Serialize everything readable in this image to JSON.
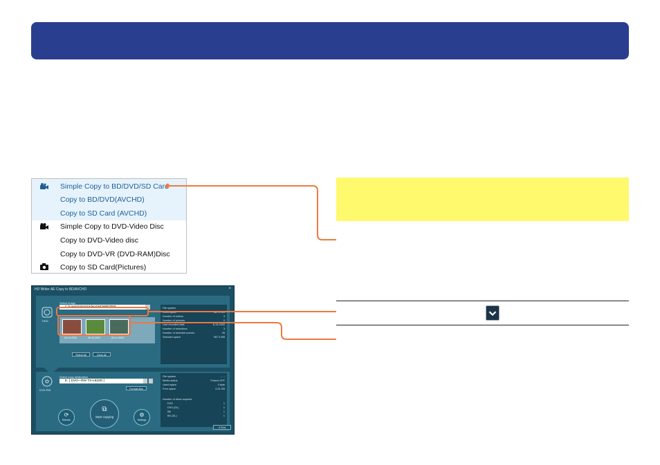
{
  "colors": {
    "banner": "#2a3e8f",
    "accent_orange": "#f07840",
    "highlight_yellow": "#fef96d",
    "menu_highlight": "#e6f3fc"
  },
  "menu": {
    "items": [
      {
        "label": "Simple Copy to BD/DVD/SD Card",
        "icon": "video-camera-icon"
      },
      {
        "label": "Copy to BD/DVD(AVCHD)"
      },
      {
        "label": "Copy to SD Card (AVCHD)"
      },
      {
        "label": "Simple Copy to DVD-Video Disc",
        "icon": "film-camera-icon"
      },
      {
        "label": "Copy to DVD-Video disc"
      },
      {
        "label": "Copy to DVD-VR (DVD-RAM)Disc"
      },
      {
        "label": "Copy to SD Card(Pictures)",
        "icon": "camera-icon"
      }
    ]
  },
  "app": {
    "title": "HD Writer AE   Copy to BD/AVCHD",
    "close": "×",
    "source": {
      "label": "Select image",
      "path": "C:\\Users\\Vista\\Videos\\HDWRITER",
      "drive_label": "HDD",
      "thumbnails": [
        {
          "date": "06-13-2009"
        },
        {
          "date": "06-13-2009"
        },
        {
          "date": "06-14-2009"
        }
      ],
      "info": [
        {
          "label": "File system",
          "value": ""
        },
        {
          "label": "Used space",
          "value": "387.3 MB"
        },
        {
          "label": "Number of videos",
          "value": "3"
        },
        {
          "label": "Number of pictures",
          "value": "0"
        },
        {
          "label": "Last recorded date",
          "value": "6-13-2009"
        },
        {
          "label": "Number of selections",
          "value": "3"
        },
        {
          "label": "Number of selected scenes",
          "value": "28"
        },
        {
          "label": "Selected space",
          "value": "387.3 MB"
        }
      ],
      "select_all": "Select All",
      "clear_all": "Clear All"
    },
    "destination": {
      "label": "Select copy destination",
      "drive": "E: [                DVD+-RW TS-L632D ]",
      "drive_label": "DVD-RW",
      "format_btn": "Format disc",
      "info": [
        {
          "label": "File system",
          "value": "- - -"
        },
        {
          "label": "Media status",
          "value": "Protect OFF"
        },
        {
          "label": "Used space",
          "value": "0 byte"
        },
        {
          "label": "Free space",
          "value": "4.34 GB"
        }
      ],
      "discs_header": "Number of discs required",
      "discs": [
        {
          "label": "DVD",
          "value": "1"
        },
        {
          "label": "DVD (DL)",
          "value": "1"
        },
        {
          "label": "BD",
          "value": "1"
        },
        {
          "label": "BD (DL)",
          "value": "1"
        }
      ]
    },
    "refresh": "Refresh",
    "start": "Start copying",
    "settings": "Settings",
    "end": "End",
    "end_x": "X"
  }
}
